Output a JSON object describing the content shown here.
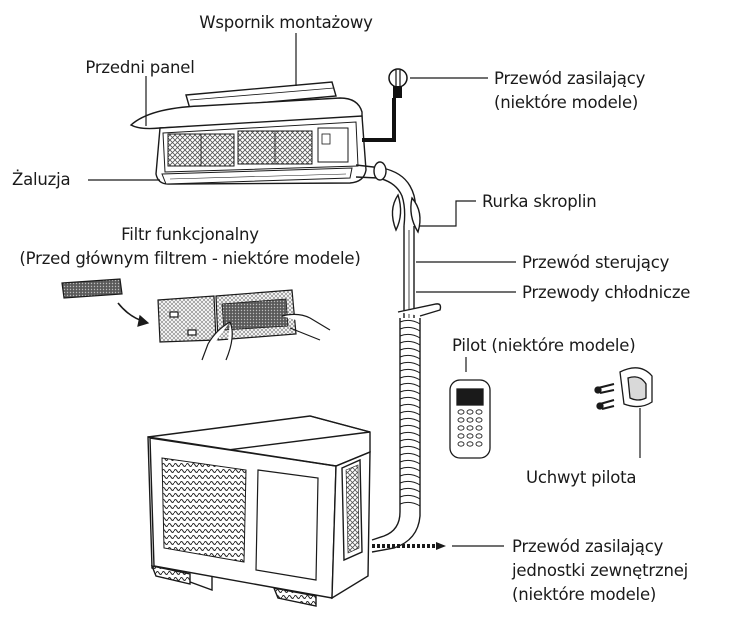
{
  "labels": {
    "wspornik": "Wspornik montażowy",
    "przedni_panel": "Przedni panel",
    "zaluzja": "Żaluzja",
    "filtr_line1": "Filtr funkcjonalny",
    "filtr_line2": "(Przed głównym filtrem - niektóre modele)",
    "przewod_zas_line1": "Przewód zasilający",
    "przewod_zas_line2": "(niektóre modele)",
    "rurka": "Rurka skroplin",
    "przewod_ster": "Przewód sterujący",
    "przewody_chl": "Przewody chłodnicze",
    "pilot": "Pilot (niektóre modele)",
    "uchwyt": "Uchwyt pilota",
    "zewn_line1": "Przewód zasilający",
    "zewn_line2": "jednostki zewnętrznej",
    "zewn_line3": "(niektóre modele)"
  },
  "colors": {
    "ink": "#1a1a1a",
    "mesh": "#9a9a9a",
    "filter_dark": "#6e6e6e"
  }
}
